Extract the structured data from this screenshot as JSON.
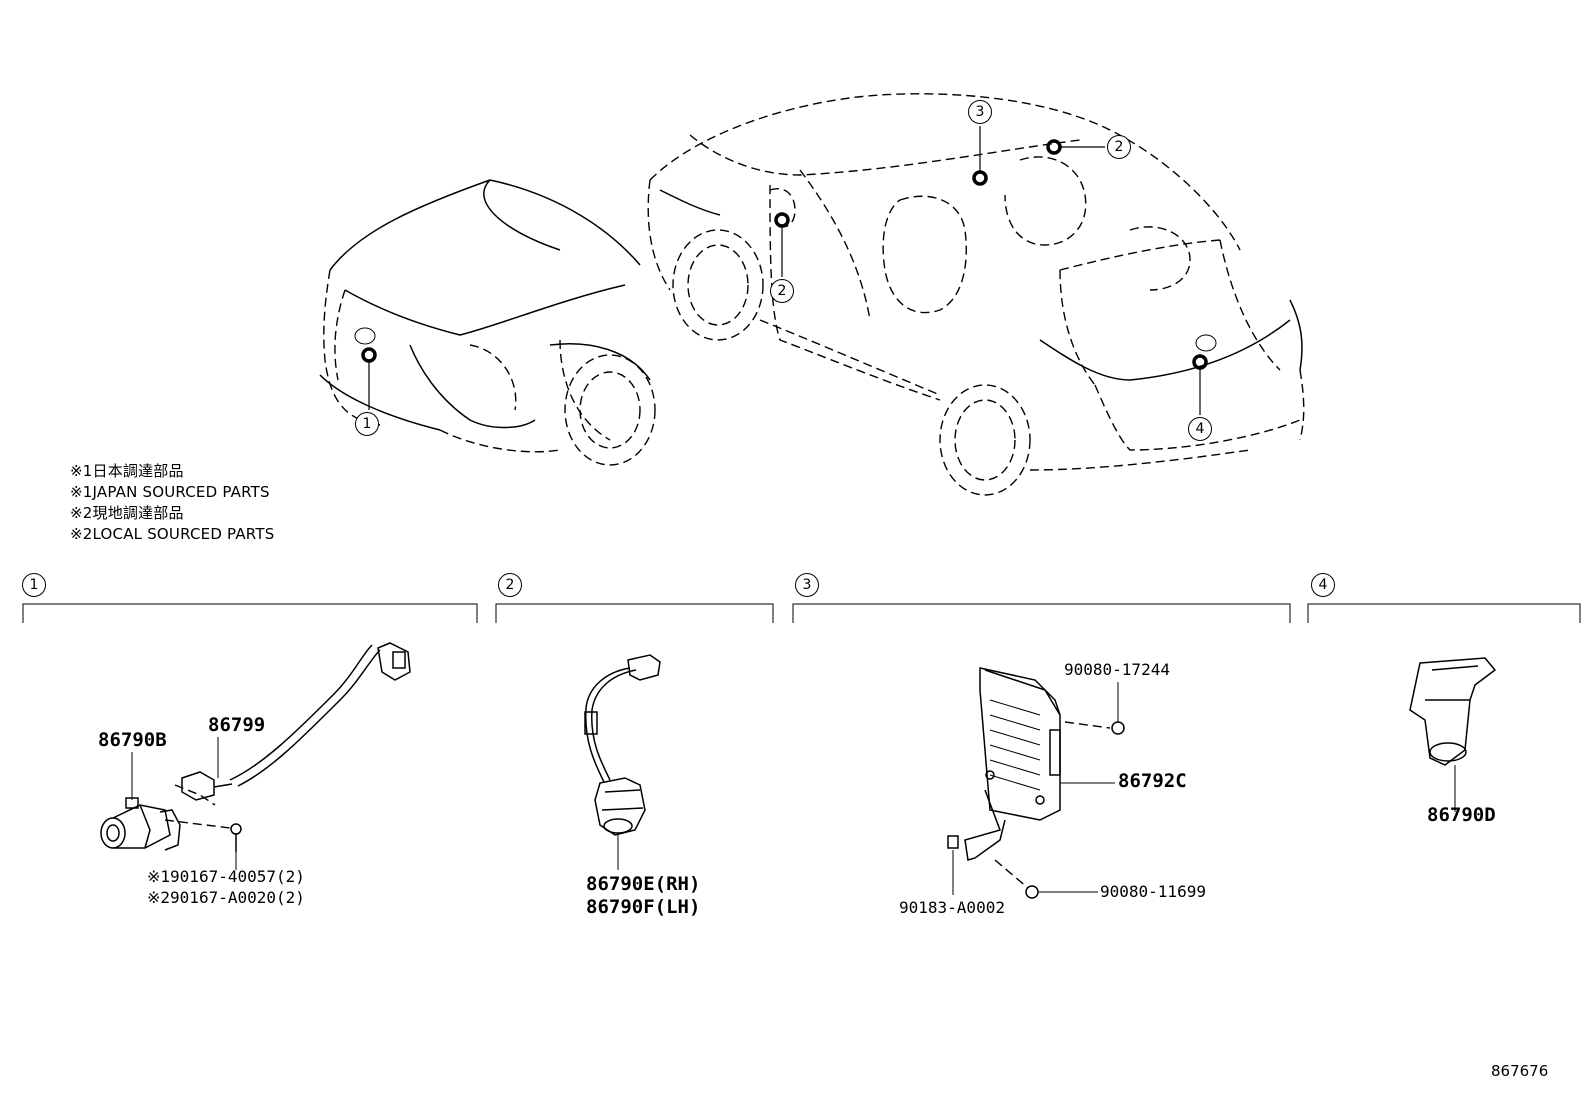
{
  "notes": [
    "※1日本調達部品",
    "※1JAPAN SOURCED PARTS",
    "※2現地調達部品",
    "※2LOCAL SOURCED PARTS"
  ],
  "location_markers": [
    "1",
    "2",
    "2",
    "3",
    "4"
  ],
  "sections": [
    {
      "number": "1"
    },
    {
      "number": "2"
    },
    {
      "number": "3"
    },
    {
      "number": "4"
    }
  ],
  "parts": {
    "s1_sensor": "86790B",
    "s1_harness": "86799",
    "s1_screw_jp": "※190167-40057(2)",
    "s1_screw_local": "※290167-A0020(2)",
    "s2_camera_rh": "86790E(RH)",
    "s2_camera_lh": "86790F(LH)",
    "s3_ecu": "86792C",
    "s3_bolt_top": "90080-17244",
    "s3_nut": "90183-A0002",
    "s3_bolt_bottom": "90080-11699",
    "s4_camera": "86790D"
  },
  "diagram_id": "867676"
}
